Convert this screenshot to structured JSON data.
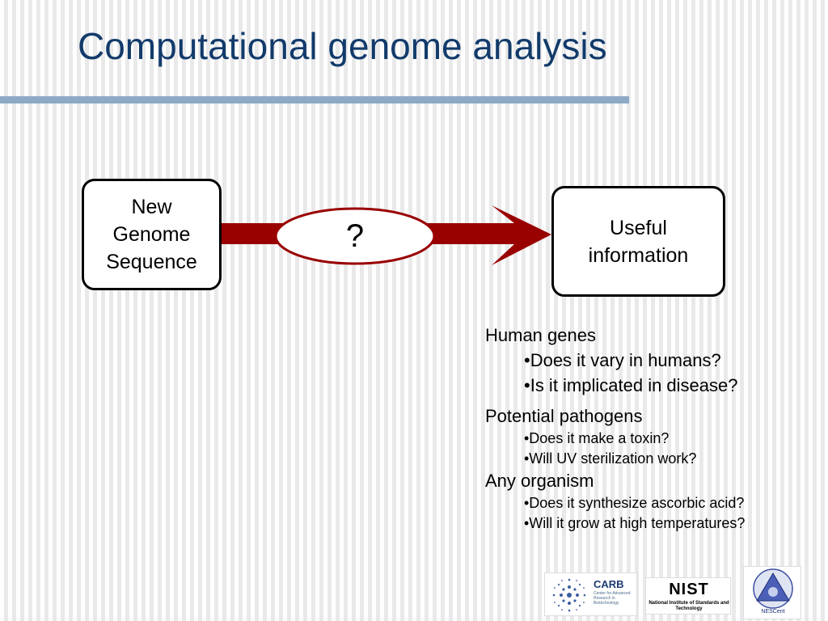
{
  "slide": {
    "title": "Computational genome analysis"
  },
  "flow": {
    "input_lines": [
      "New",
      "Genome",
      "Sequence"
    ],
    "process_label": "?",
    "output_lines": [
      "Useful",
      "information"
    ]
  },
  "colors": {
    "title": "#123b6b",
    "title_rule": "#8ea9c6",
    "arrow_fill": "#990000",
    "ellipse_border": "#990000"
  },
  "examples": [
    {
      "heading": "Human genes",
      "questions": [
        "•Does it vary in humans?",
        "•Is it implicated in disease?"
      ]
    },
    {
      "heading": "Potential pathogens",
      "questions": [
        "•Does it make a toxin?",
        "•Will UV sterilization work?"
      ]
    },
    {
      "heading": "Any organism",
      "questions": [
        "•Does it synthesize ascorbic acid?",
        "•Will it grow at high temperatures?"
      ]
    }
  ],
  "logos": {
    "carb": {
      "name": "CARB",
      "subtitle": "Center for Advanced Research in Biotechnology"
    },
    "nist": {
      "name": "NIST",
      "subtitle": "National Institute of Standards and Technology"
    },
    "nescent": {
      "name": "NESCent"
    }
  }
}
